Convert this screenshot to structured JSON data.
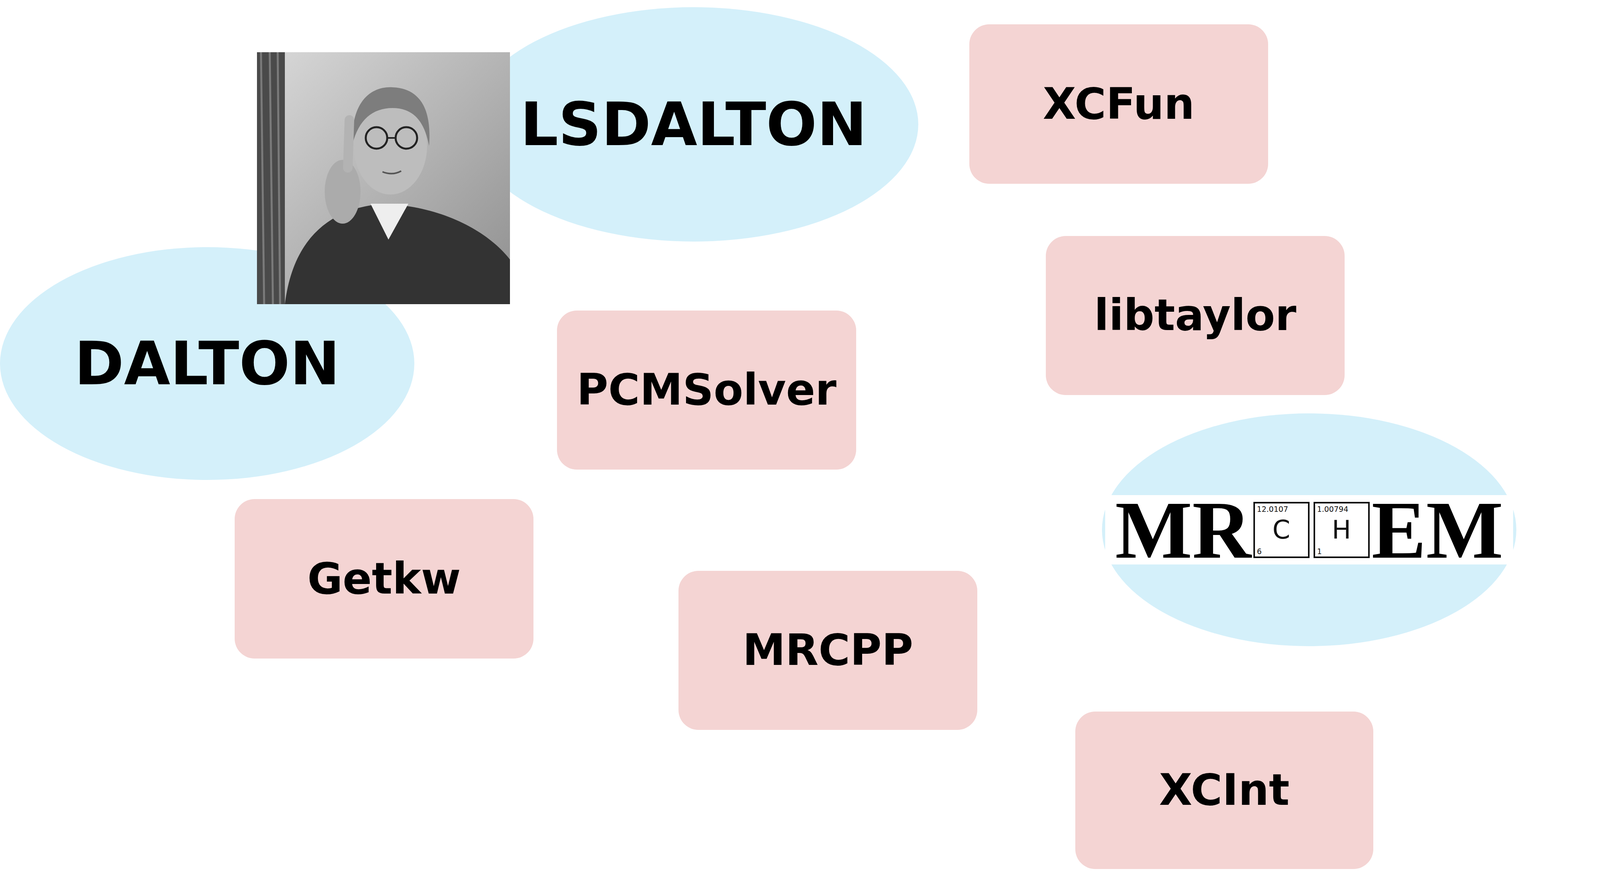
{
  "diagram": {
    "nodes": [
      {
        "text": [
          "LSDALTON"
        ]
      },
      {
        "text": [
          "XCFun"
        ]
      },
      {
        "text": [
          "libtaylor"
        ]
      },
      {
        "text": [
          "DALTON"
        ]
      },
      {
        "text": [
          "PCMSolver"
        ]
      },
      {
        "text": [
          "MR",
          "EM"
        ]
      },
      {
        "text": [
          "Getkw"
        ]
      },
      {
        "text": [
          "MRCPP"
        ]
      },
      {
        "text": [
          "XCInt"
        ]
      }
    ],
    "labels": [
      "12.0107",
      "C",
      "6",
      "1.00794",
      "H",
      "1"
    ]
  }
}
